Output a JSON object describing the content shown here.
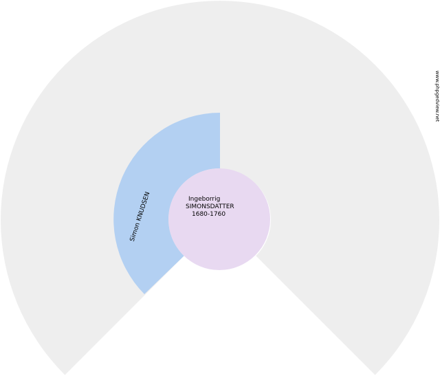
{
  "fan_chart": {
    "root": {
      "name_line1": "Ingeborrig",
      "name_line2": "SIMONSDATTER",
      "dates": "1680-1760",
      "color": "#e8d9f1"
    },
    "parents": [
      {
        "role": "father",
        "name": "Simon KNUDSEN",
        "color": "#b3d0f2"
      }
    ],
    "outer_ring_color": "#eeeeee",
    "watermark": "www.phpgedview.net"
  }
}
